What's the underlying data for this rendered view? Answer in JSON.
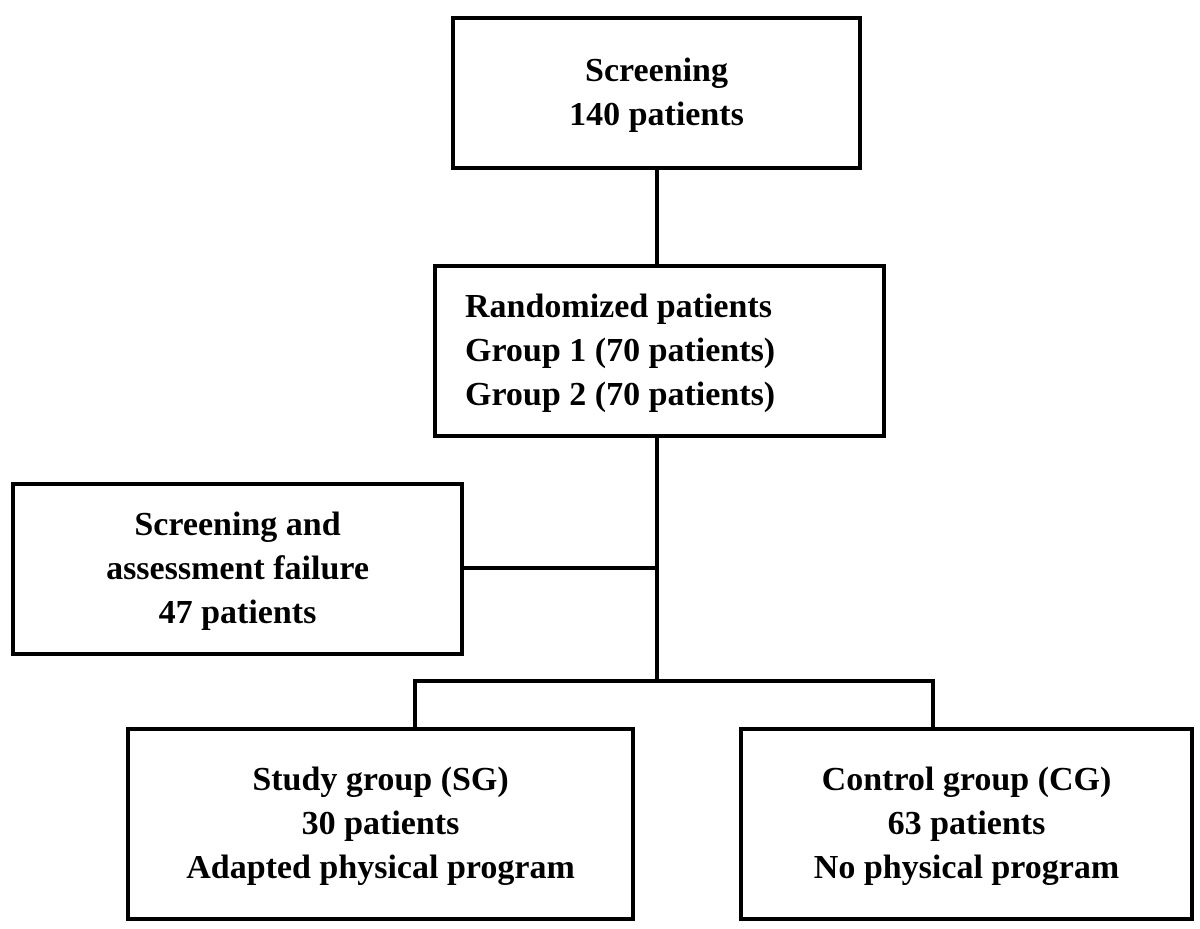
{
  "screening": {
    "title": "Screening",
    "count": "140 patients"
  },
  "randomized": {
    "title": "Randomized patients",
    "group1": "Group 1 (70 patients)",
    "group2": "Group 2 (70 patients)"
  },
  "failure": {
    "line1": "Screening and",
    "line2": "assessment failure",
    "count": "47 patients"
  },
  "study_group": {
    "title": "Study group (SG)",
    "count": "30 patients",
    "program": "Adapted physical program"
  },
  "control_group": {
    "title": "Control group (CG)",
    "count": "63 patients",
    "program": "No physical program"
  }
}
